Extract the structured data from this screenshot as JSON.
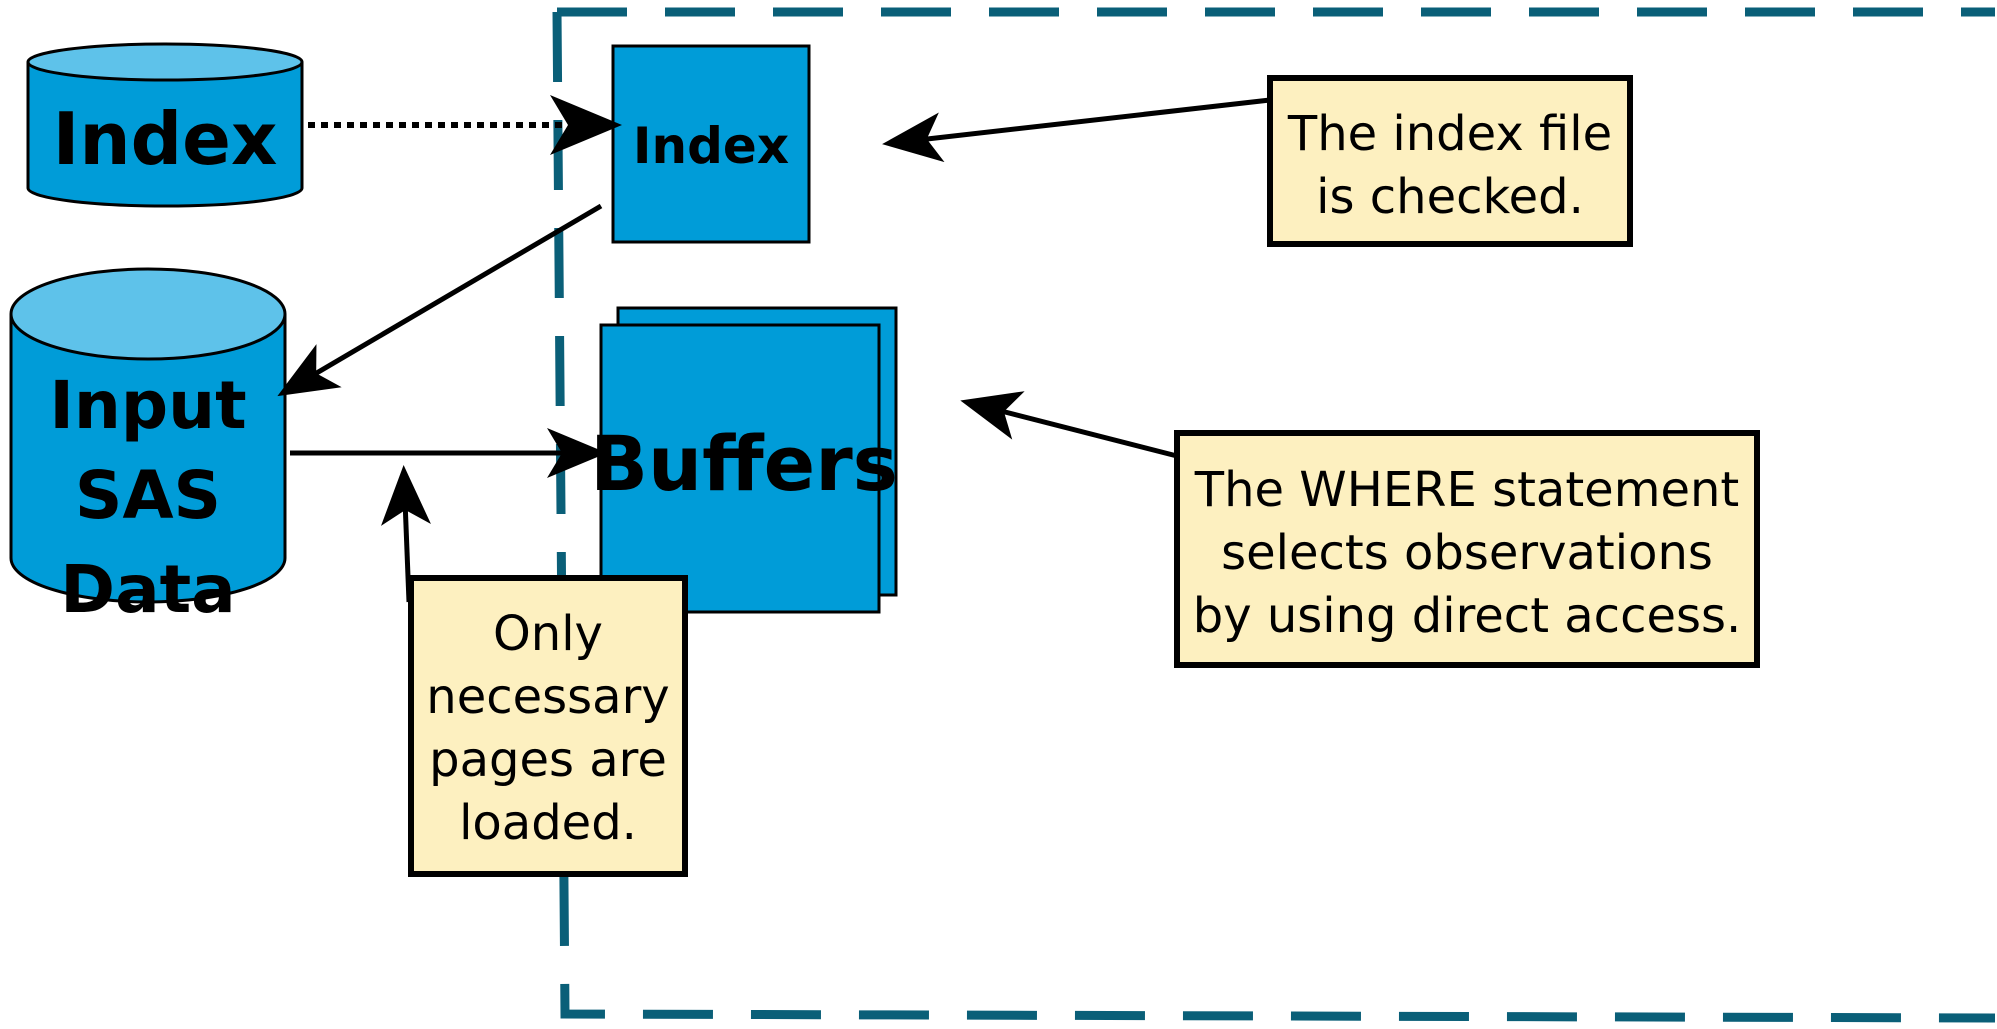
{
  "colors": {
    "background": "#ffffff",
    "shape_fill": "#009cd8",
    "cylinder_top": "#5ec2ea",
    "callout_fill": "#fdf0c0",
    "boundary_dash": "#0a5f78",
    "line": "#000000"
  },
  "index_file": {
    "label": "Index"
  },
  "input_data": {
    "lines": [
      "Input",
      "SAS",
      "Data"
    ]
  },
  "memory_index": {
    "label": "Index"
  },
  "buffers": {
    "label": "Buffers"
  },
  "callouts": {
    "index_checked": {
      "lines": [
        "The index file",
        "is checked."
      ]
    },
    "where_statement": {
      "lines": [
        "The WHERE statement",
        "selects observations",
        "by using direct access."
      ]
    },
    "pages_loaded": {
      "lines": [
        "Only",
        "necessary",
        "pages are",
        "loaded."
      ]
    }
  }
}
